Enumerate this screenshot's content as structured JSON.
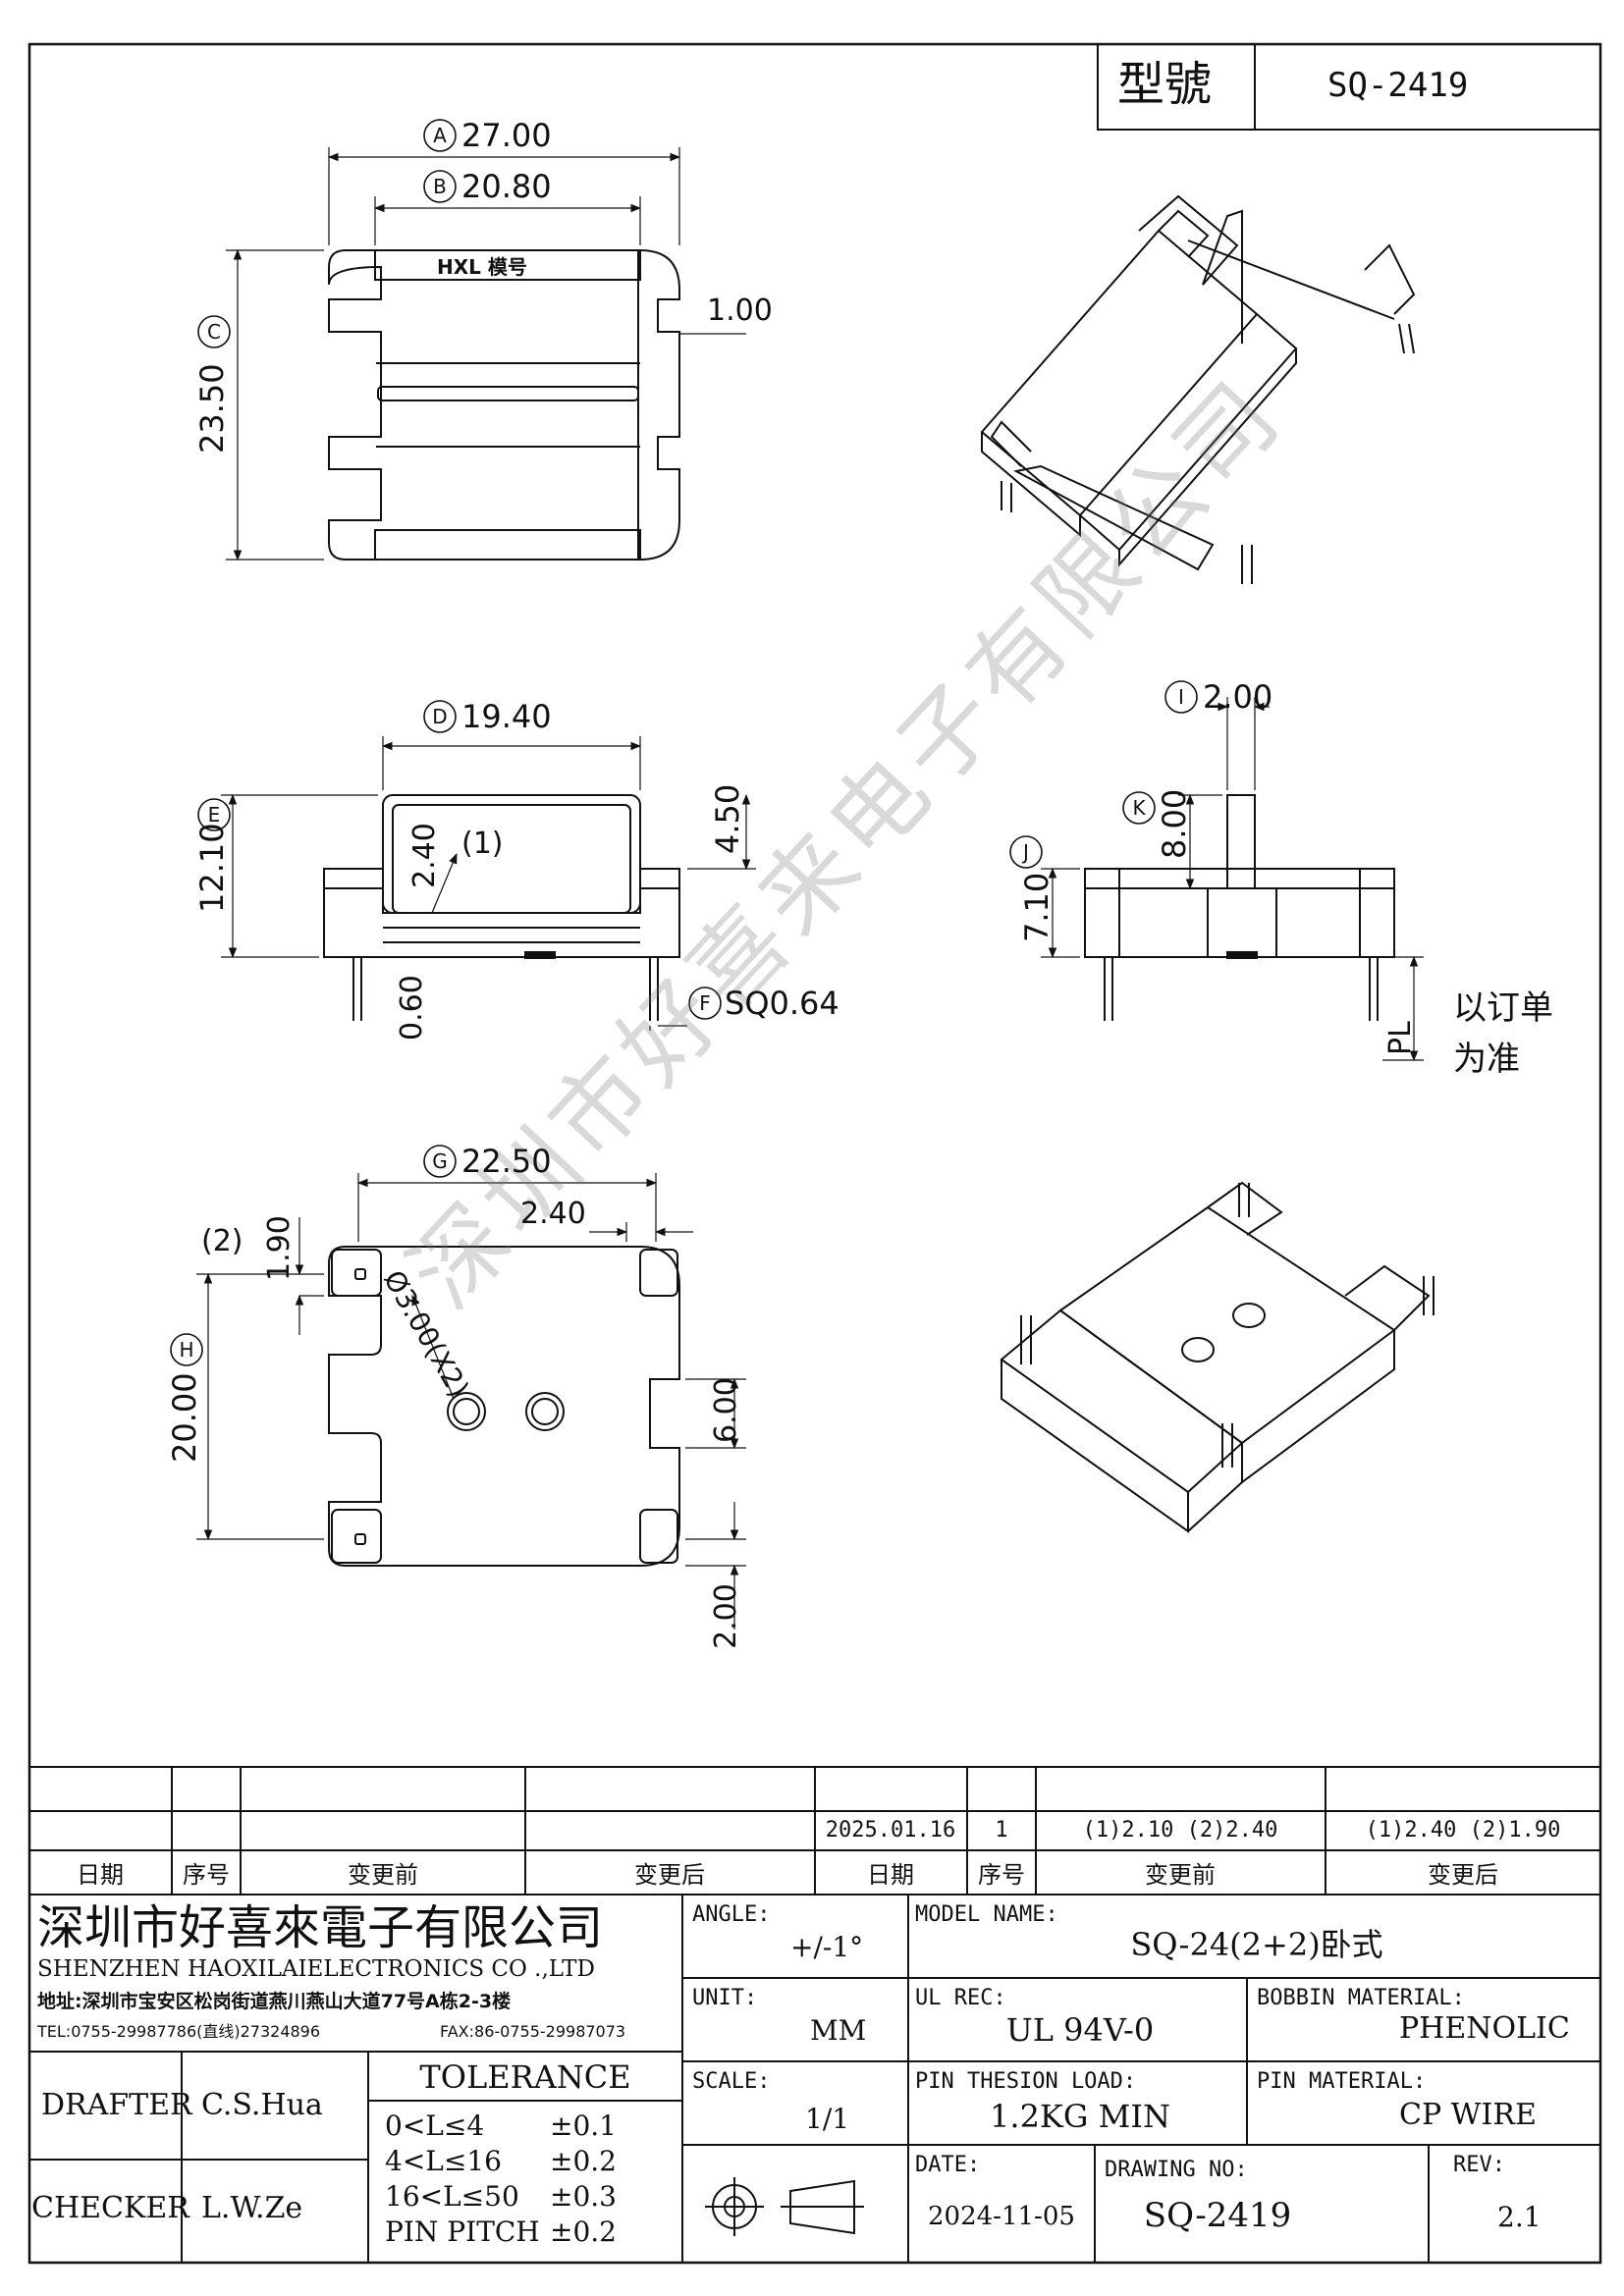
{
  "header": {
    "model_label": "型號",
    "model_value": "SQ-2419"
  },
  "top_view": {
    "dim_a": "27.00",
    "dim_b": "20.80",
    "dim_c": "23.50",
    "side_gap": "1.00",
    "logo_text": "HXL 模号"
  },
  "front_view": {
    "dim_d": "19.40",
    "dim_e": "12.10",
    "dim_top": "4.50",
    "dim_slot": "2.40",
    "slot_note": "(1)",
    "dim_base": "0.60",
    "dim_pin": "SQ0.64"
  },
  "side_view": {
    "dim_i": "2.00",
    "dim_k": "8.00",
    "dim_j": "7.10",
    "pl_label": "PL",
    "pl_note_1": "以订单",
    "pl_note_2": "为准"
  },
  "bottom_view": {
    "dim_g": "22.50",
    "dim_inner": "2.40",
    "note_2": "(2)",
    "dim_small": "1.90",
    "dim_h": "20.00",
    "hole_dim": "Ø3.00(X2)",
    "dim_side": "6.00",
    "dim_bottom": "2.00"
  },
  "circle_letters": [
    "A",
    "B",
    "C",
    "D",
    "E",
    "F",
    "G",
    "H",
    "I",
    "J",
    "K"
  ],
  "revision_table": {
    "headers": [
      "日期",
      "序号",
      "变更前",
      "变更后",
      "日期",
      "序号",
      "变更前",
      "变更后"
    ],
    "row": {
      "date": "2025.01.16",
      "seq": "1",
      "before": "(1)2.10 (2)2.40",
      "after": "(1)2.40 (2)1.90"
    }
  },
  "company": {
    "name_cn": "深圳市好喜來電子有限公司",
    "name_en": "SHENZHEN HAOXILAIELECTRONICS CO .,LTD",
    "address": "地址:深圳市宝安区松岗街道燕川燕山大道77号A栋2-3楼",
    "tel": "TEL:0755-29987786(直线)27324896",
    "fax": "FAX:86-0755-29987073"
  },
  "title_block": {
    "angle_label": "ANGLE:",
    "angle_value": "+/-1°",
    "model_name_label": "MODEL NAME:",
    "model_name_value": "SQ-24(2+2)卧式",
    "unit_label": "UNIT:",
    "unit_value": "MM",
    "ul_rec_label": "UL REC:",
    "ul_rec_value": "UL 94V-0",
    "bobbin_label": "BOBBIN MATERIAL:",
    "bobbin_value": "PHENOLIC",
    "scale_label": "SCALE:",
    "scale_value": "1/1",
    "pin_load_label": "PIN THESION LOAD:",
    "pin_load_value": "1.2KG MIN",
    "pin_mat_label": "PIN MATERIAL:",
    "pin_mat_value": "CP  WIRE",
    "date_label": "DATE:",
    "date_value": "2024-11-05",
    "drawing_no_label": "DRAWING NO:",
    "drawing_no_value": "SQ-2419",
    "rev_label": "REV:",
    "rev_value": "2.1",
    "drafter_label": "DRAFTER",
    "drafter_value": "C.S.Hua",
    "checker_label": "CHECKER",
    "checker_value": "L.W.Ze"
  },
  "tolerance": {
    "title": "TOLERANCE",
    "rows": [
      {
        "range": "0<L≤4",
        "value": "±0.1"
      },
      {
        "range": "4<L≤16",
        "value": "±0.2"
      },
      {
        "range": "16<L≤50",
        "value": "±0.3"
      },
      {
        "range": "PIN PITCH",
        "value": "±0.2"
      }
    ]
  },
  "watermark": "深圳市好喜来电子有限公司"
}
